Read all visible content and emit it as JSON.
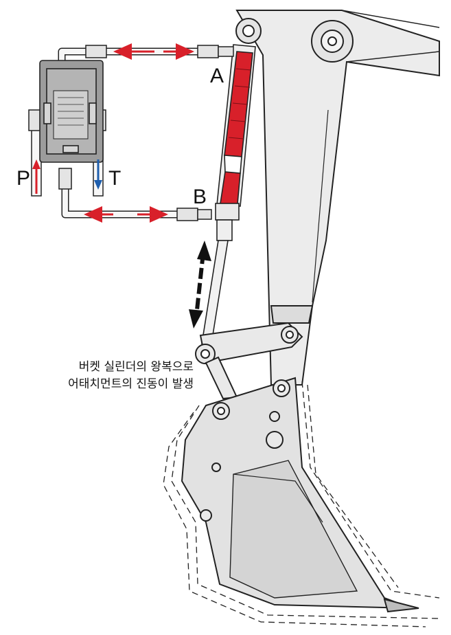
{
  "labels": {
    "port_a": "A",
    "port_b": "B",
    "port_p": "P",
    "port_t": "T"
  },
  "caption": {
    "line1": "버켓 실린더의 왕복으로",
    "line2": "어태치먼트의 진동이 발생"
  },
  "colors": {
    "pressure": "#d8202a",
    "return": "#1f5fae",
    "body": "#e6e6e6",
    "valve_block": "#9c9c9c",
    "outline": "#222222"
  }
}
